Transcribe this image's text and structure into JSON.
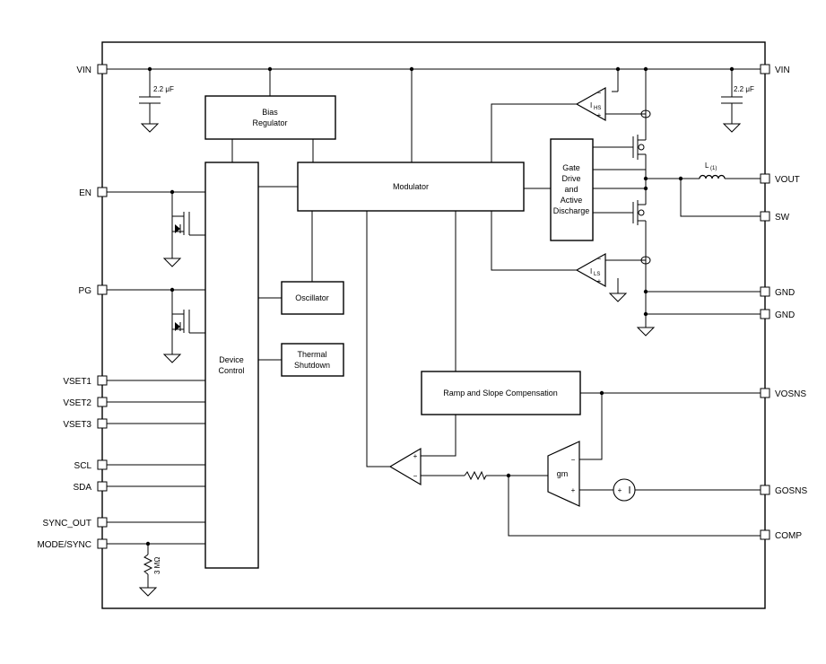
{
  "pins_left": {
    "vin": "VIN",
    "en": "EN",
    "pg": "PG",
    "vset1": "VSET1",
    "vset2": "VSET2",
    "vset3": "VSET3",
    "scl": "SCL",
    "sda": "SDA",
    "sync_out": "SYNC_OUT",
    "mode_sync": "MODE/SYNC"
  },
  "pins_right": {
    "vin": "VIN",
    "vout": "VOUT",
    "sw": "SW",
    "gnd1": "GND",
    "gnd2": "GND",
    "vosns": "VOSNS",
    "gosns": "GOSNS",
    "comp": "COMP"
  },
  "blocks": {
    "bias_line1": "Bias",
    "bias_line2": "Regulator",
    "modulator": "Modulator",
    "device_line1": "Device",
    "device_line2": "Control",
    "oscillator": "Oscillator",
    "thermal_line1": "Thermal",
    "thermal_line2": "Shutdown",
    "gate_line1": "Gate",
    "gate_line2": "Drive",
    "gate_line3": "and",
    "gate_line4": "Active",
    "gate_line5": "Discharge",
    "ramp": "Ramp and Slope Compensation",
    "gm": "gm"
  },
  "components": {
    "cap_left": "2.2 μF",
    "cap_right": "2.2 μF",
    "inductor": "L",
    "inductor_sub": "(1)",
    "resistor": "3 MΩ",
    "ihs": "I",
    "ihs_sub": "HS",
    "ils": "I",
    "ils_sub": "LS"
  },
  "signs": {
    "minus": "−",
    "plus": "+"
  }
}
